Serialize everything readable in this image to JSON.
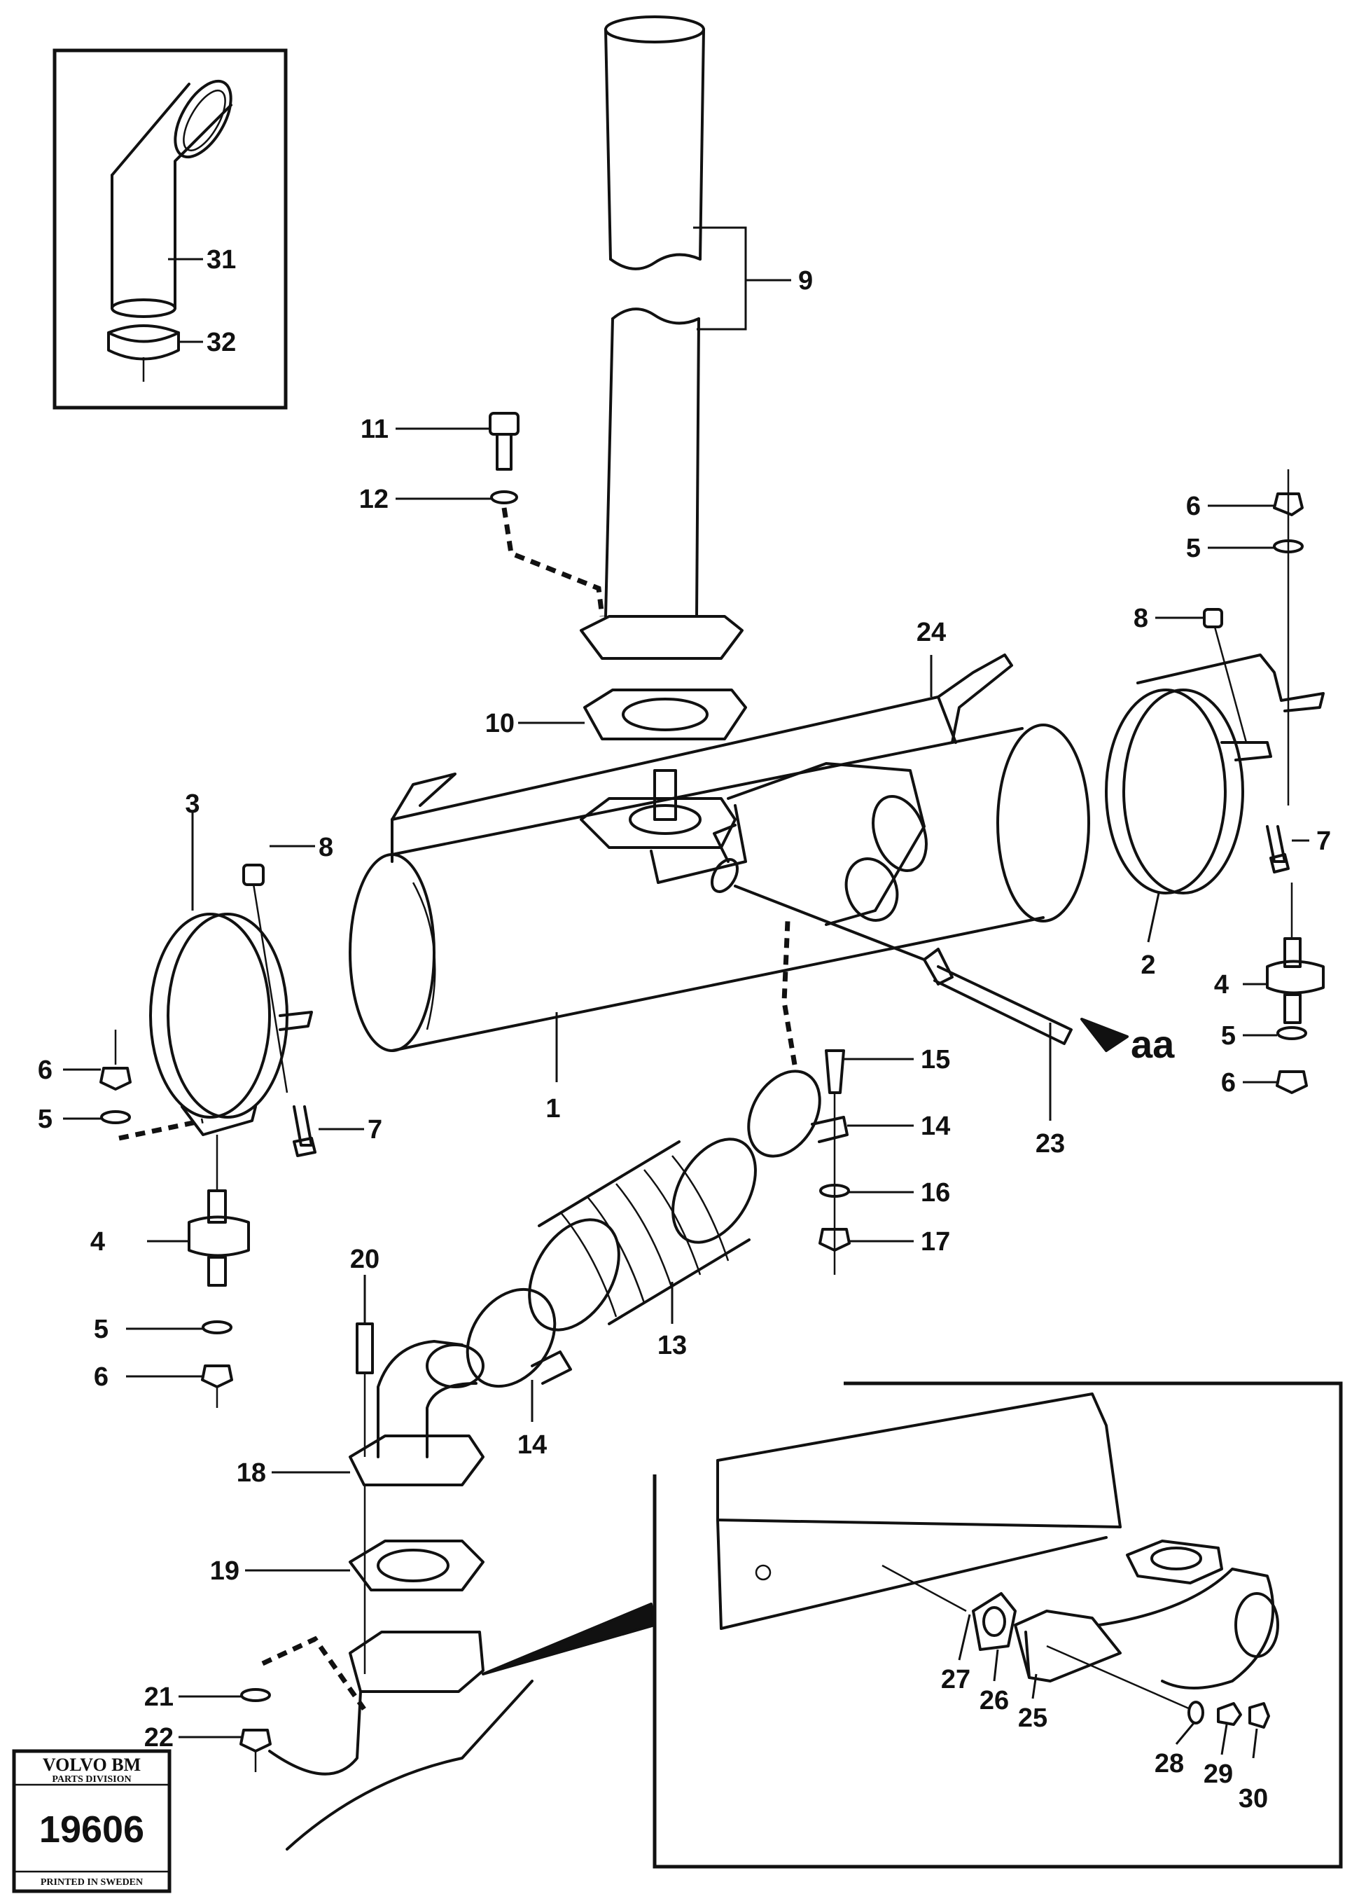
{
  "labels": {
    "p1": "1",
    "p2": "2",
    "p3": "3",
    "p4a": "4",
    "p4b": "4",
    "p5a": "5",
    "p5b": "5",
    "p5c": "5",
    "p5d": "5",
    "p6a": "6",
    "p6b": "6",
    "p6c": "6",
    "p6d": "6",
    "p7a": "7",
    "p7b": "7",
    "p8a": "8",
    "p8b": "8",
    "p9": "9",
    "p10": "10",
    "p11": "11",
    "p12": "12",
    "p13": "13",
    "p14a": "14",
    "p14b": "14",
    "p15": "15",
    "p16": "16",
    "p17": "17",
    "p18": "18",
    "p19": "19",
    "p20": "20",
    "p21": "21",
    "p22": "22",
    "p23": "23",
    "p24": "24",
    "p25": "25",
    "p26": "26",
    "p27": "27",
    "p28": "28",
    "p29": "29",
    "p30": "30",
    "p31": "31",
    "p32": "32",
    "aa": "aa"
  },
  "stamp": {
    "brand": "VOLVO BM",
    "division": "PARTS DIVISION",
    "number": "19606",
    "origin": "PRINTED IN SWEDEN"
  }
}
